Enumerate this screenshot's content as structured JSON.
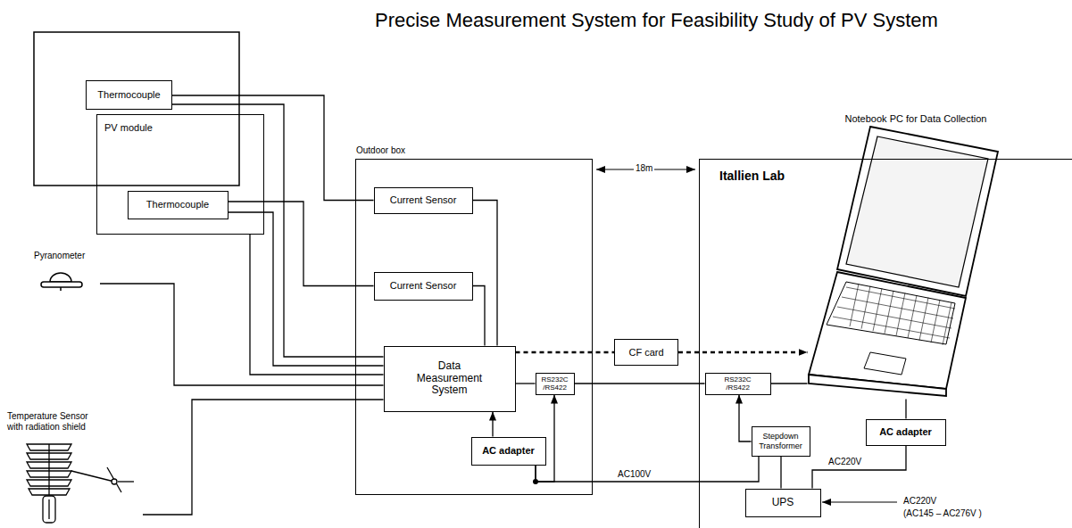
{
  "diagram": {
    "title": "Precise Measurement System for Feasibility Study of PV System",
    "nodes": [
      {
        "text": [
          "Thermocouple"
        ]
      },
      {
        "text": [
          "PV module"
        ]
      },
      {
        "text": [
          "Thermocouple"
        ],
        "in": 1
      },
      {
        "text": [
          "Pyranometer"
        ]
      },
      {
        "text": [
          "Temperature Sensor with radiation shield"
        ]
      },
      {
        "text": [
          "Outdoor box"
        ]
      },
      {
        "text": [
          "Current Sensor"
        ],
        "in": 5
      },
      {
        "text": [
          "Current Sensor"
        ],
        "in": 5
      },
      {
        "text": [
          "Data Measurement System"
        ],
        "in": 5
      },
      {
        "text": [
          "RS232C /RS422"
        ],
        "in": 5
      },
      {
        "text": [
          "AC adapter"
        ],
        "in": 5
      },
      {
        "text": [
          "CF card"
        ]
      },
      {
        "text": [
          "Itallien Lab"
        ]
      },
      {
        "text": [
          "RS232C /RS422"
        ],
        "in": 12
      },
      {
        "text": [
          "Notebook PC for Data Collection"
        ],
        "in": 12
      },
      {
        "text": [
          "AC adapter"
        ],
        "in": 12
      },
      {
        "text": [
          "Stepdown Transformer"
        ],
        "in": 12
      },
      {
        "text": [
          "UPS"
        ],
        "in": 12
      }
    ],
    "edges": [
      {
        "from": 0,
        "to": 6,
        "arrow": "none"
      },
      {
        "from": 2,
        "to": 7,
        "arrow": "none"
      },
      {
        "from": 0,
        "to": 8,
        "arrow": "none"
      },
      {
        "from": 2,
        "to": 8,
        "arrow": "none"
      },
      {
        "from": 1,
        "to": 8,
        "arrow": "none"
      },
      {
        "from": 6,
        "to": 8,
        "arrow": "none"
      },
      {
        "from": 7,
        "to": 8,
        "arrow": "none"
      },
      {
        "from": 3,
        "to": 8,
        "arrow": "none"
      },
      {
        "from": 4,
        "to": 8,
        "arrow": "none"
      },
      {
        "from": 8,
        "to": 9,
        "arrow": "none"
      },
      {
        "from": 9,
        "to": 13,
        "arrow": "none"
      },
      {
        "from": 13,
        "to": 14,
        "arrow": "none"
      },
      {
        "from": 10,
        "to": 8,
        "arrow": "to"
      },
      {
        "from": 10,
        "to": 9,
        "arrow": "to"
      },
      {
        "from": 16,
        "to": 10,
        "arrow": "none",
        "label": "AC100V"
      },
      {
        "from": 16,
        "to": 13,
        "arrow": "to"
      },
      {
        "from": 17,
        "to": 16,
        "arrow": "none"
      },
      {
        "from": 17,
        "to": 15,
        "arrow": "none",
        "label": "AC220V"
      },
      {
        "from": 15,
        "to": 14,
        "arrow": "none"
      },
      {
        "from": 8,
        "to": 11,
        "arrow": "none"
      },
      {
        "from": 11,
        "to": 14,
        "arrow": "to"
      }
    ],
    "labels": [
      "18m",
      "AC220V",
      "(AC145 – AC276V )"
    ]
  }
}
